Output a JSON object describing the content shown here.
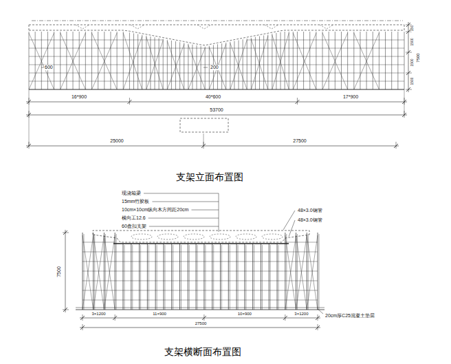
{
  "diagram": {
    "labels": [
      "600",
      "200",
      "16*900",
      "40*600",
      "17*900",
      "53700",
      "25000",
      "27500",
      "150",
      "1500",
      "1500",
      "1500",
      "7500",
      "支架立面布置图",
      "现浇箱梁",
      "15mm竹胶板",
      "10cm×10cm纵向木方间距20cm",
      "横向工12.6",
      "60盘扣支架",
      "48×3.0钢管",
      "48×3.0钢管",
      "7500",
      "3×1200",
      "11×900",
      "10×900",
      "3×1200",
      "27500",
      "20cm厚C25混凝土垫层",
      "支架横断面布置图"
    ]
  }
}
